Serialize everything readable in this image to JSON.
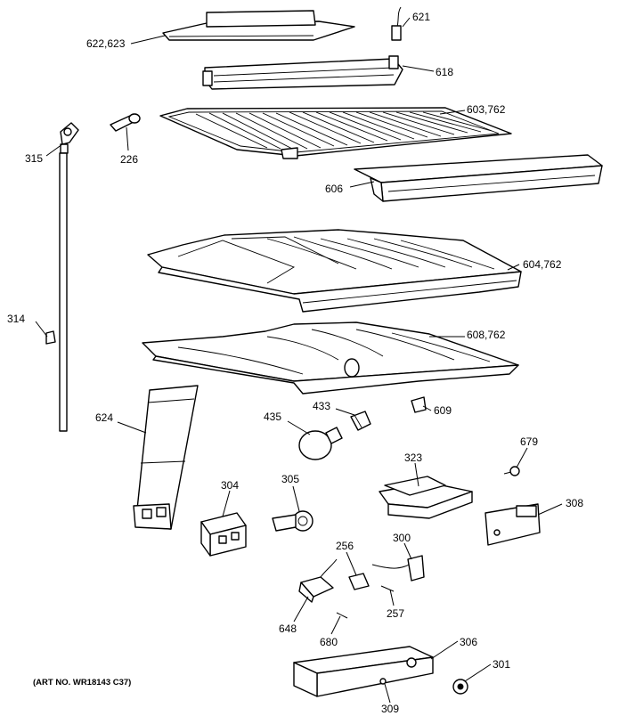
{
  "labels": {
    "l621": "621",
    "l622_623": "622,623",
    "l618": "618",
    "l603_762": "603,762",
    "l315": "315",
    "l226": "226",
    "l606": "606",
    "l604_762": "604,762",
    "l608_762": "608,762",
    "l314": "314",
    "l624": "624",
    "l435": "435",
    "l433": "433",
    "l609": "609",
    "l679": "679",
    "l323": "323",
    "l304": "304",
    "l305": "305",
    "l308": "308",
    "l256": "256",
    "l300": "300",
    "l257": "257",
    "l648": "648",
    "l680": "680",
    "l306": "306",
    "l301": "301",
    "l309": "309"
  },
  "art_number": "(ART NO. WR18143 C37)"
}
